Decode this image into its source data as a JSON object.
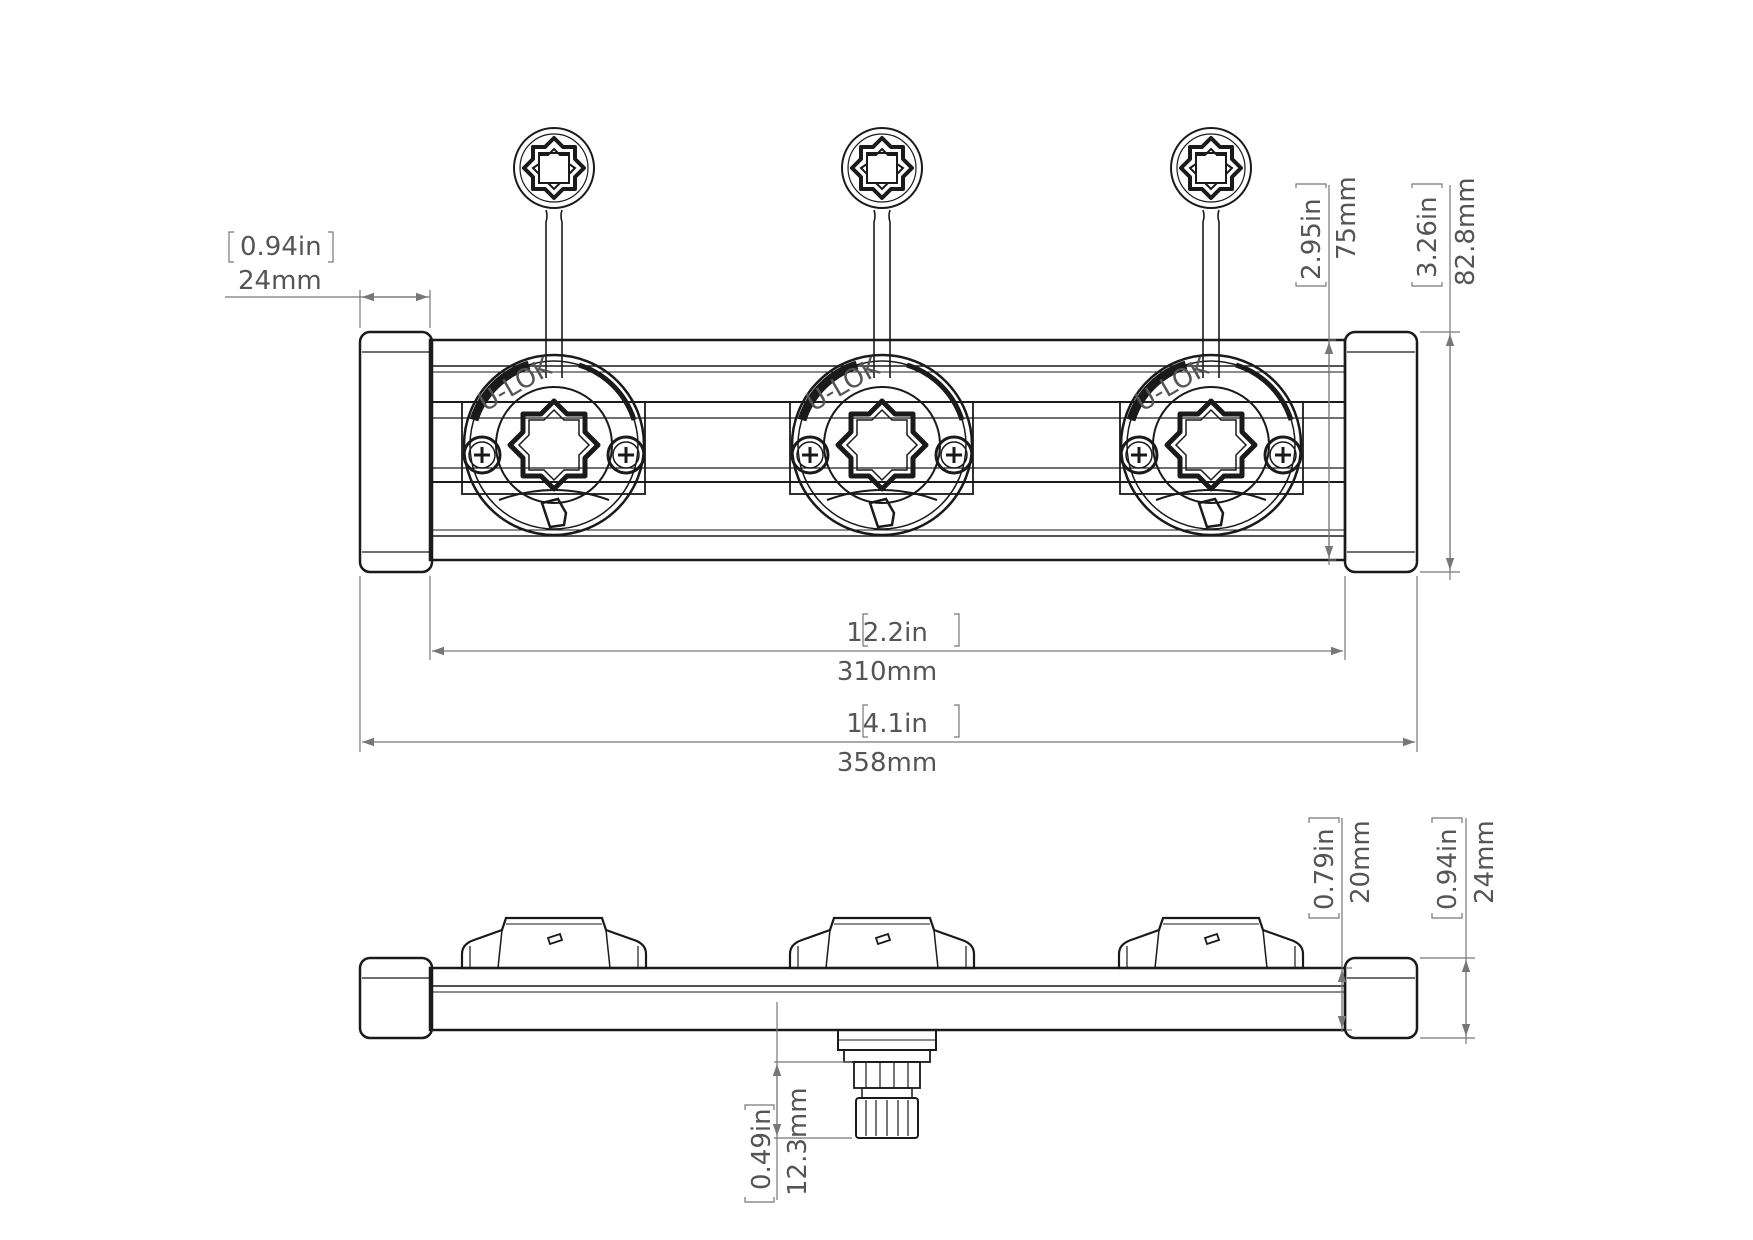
{
  "top_view": {
    "end_cap_width": {
      "imperial": "0.94in",
      "metric": "24mm"
    },
    "rail_length": {
      "imperial": "12.2in",
      "metric": "310mm"
    },
    "overall_length": {
      "imperial": "14.1in",
      "metric": "358mm"
    },
    "rail_width": {
      "imperial": "2.95in",
      "metric": "75mm"
    },
    "overall_width": {
      "imperial": "3.26in",
      "metric": "82.8mm"
    },
    "base_label": "U-LOK",
    "base_count": 3
  },
  "side_view": {
    "rail_height": {
      "imperial": "0.79in",
      "metric": "20mm"
    },
    "overall_height": {
      "imperial": "0.94in",
      "metric": "24mm"
    },
    "stud_length": {
      "imperial": "0.49in",
      "metric": "12.3mm"
    }
  },
  "colors": {
    "line": "#1a1a1a",
    "dimension": "#777777",
    "text": "#555555"
  }
}
